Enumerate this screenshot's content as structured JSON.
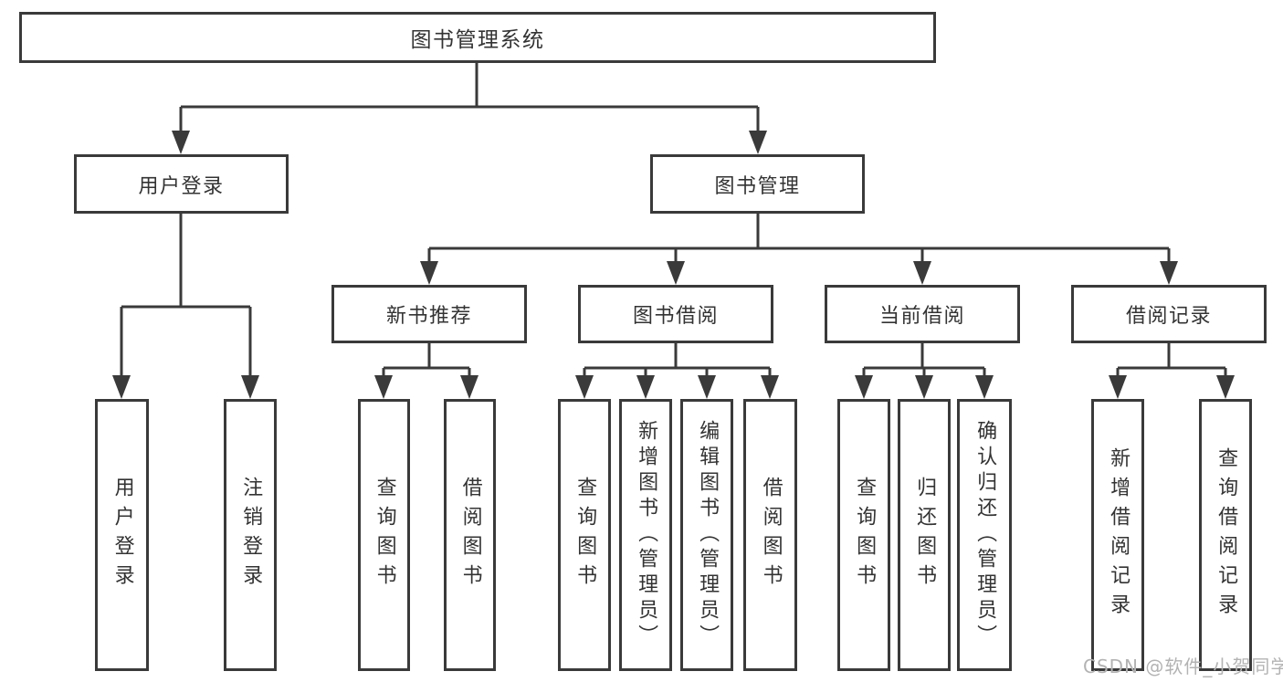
{
  "colors": {
    "line": "#3a3a3a",
    "text": "#333333",
    "background": "#ffffff",
    "watermark": "#b3b3b3"
  },
  "tree": {
    "root": {
      "label": "图书管理系统"
    },
    "branches": [
      {
        "label": "用户登录",
        "children": [
          {
            "label": "用户登录"
          },
          {
            "label": "注销登录"
          }
        ]
      },
      {
        "label": "图书管理",
        "children": [
          {
            "label": "新书推荐",
            "children": [
              {
                "label": "查询图书"
              },
              {
                "label": "借阅图书"
              }
            ]
          },
          {
            "label": "图书借阅",
            "children": [
              {
                "label": "查询图书"
              },
              {
                "label": "新增图书（管理员）"
              },
              {
                "label": "编辑图书（管理员）"
              },
              {
                "label": "借阅图书"
              }
            ]
          },
          {
            "label": "当前借阅",
            "children": [
              {
                "label": "查询图书"
              },
              {
                "label": "归还图书"
              },
              {
                "label": "确认归还（管理员）"
              }
            ]
          },
          {
            "label": "借阅记录",
            "children": [
              {
                "label": "新增借阅记录"
              },
              {
                "label": "查询借阅记录"
              }
            ]
          }
        ]
      }
    ]
  },
  "watermark": {
    "text": "CSDN @软件_小贺同学"
  }
}
